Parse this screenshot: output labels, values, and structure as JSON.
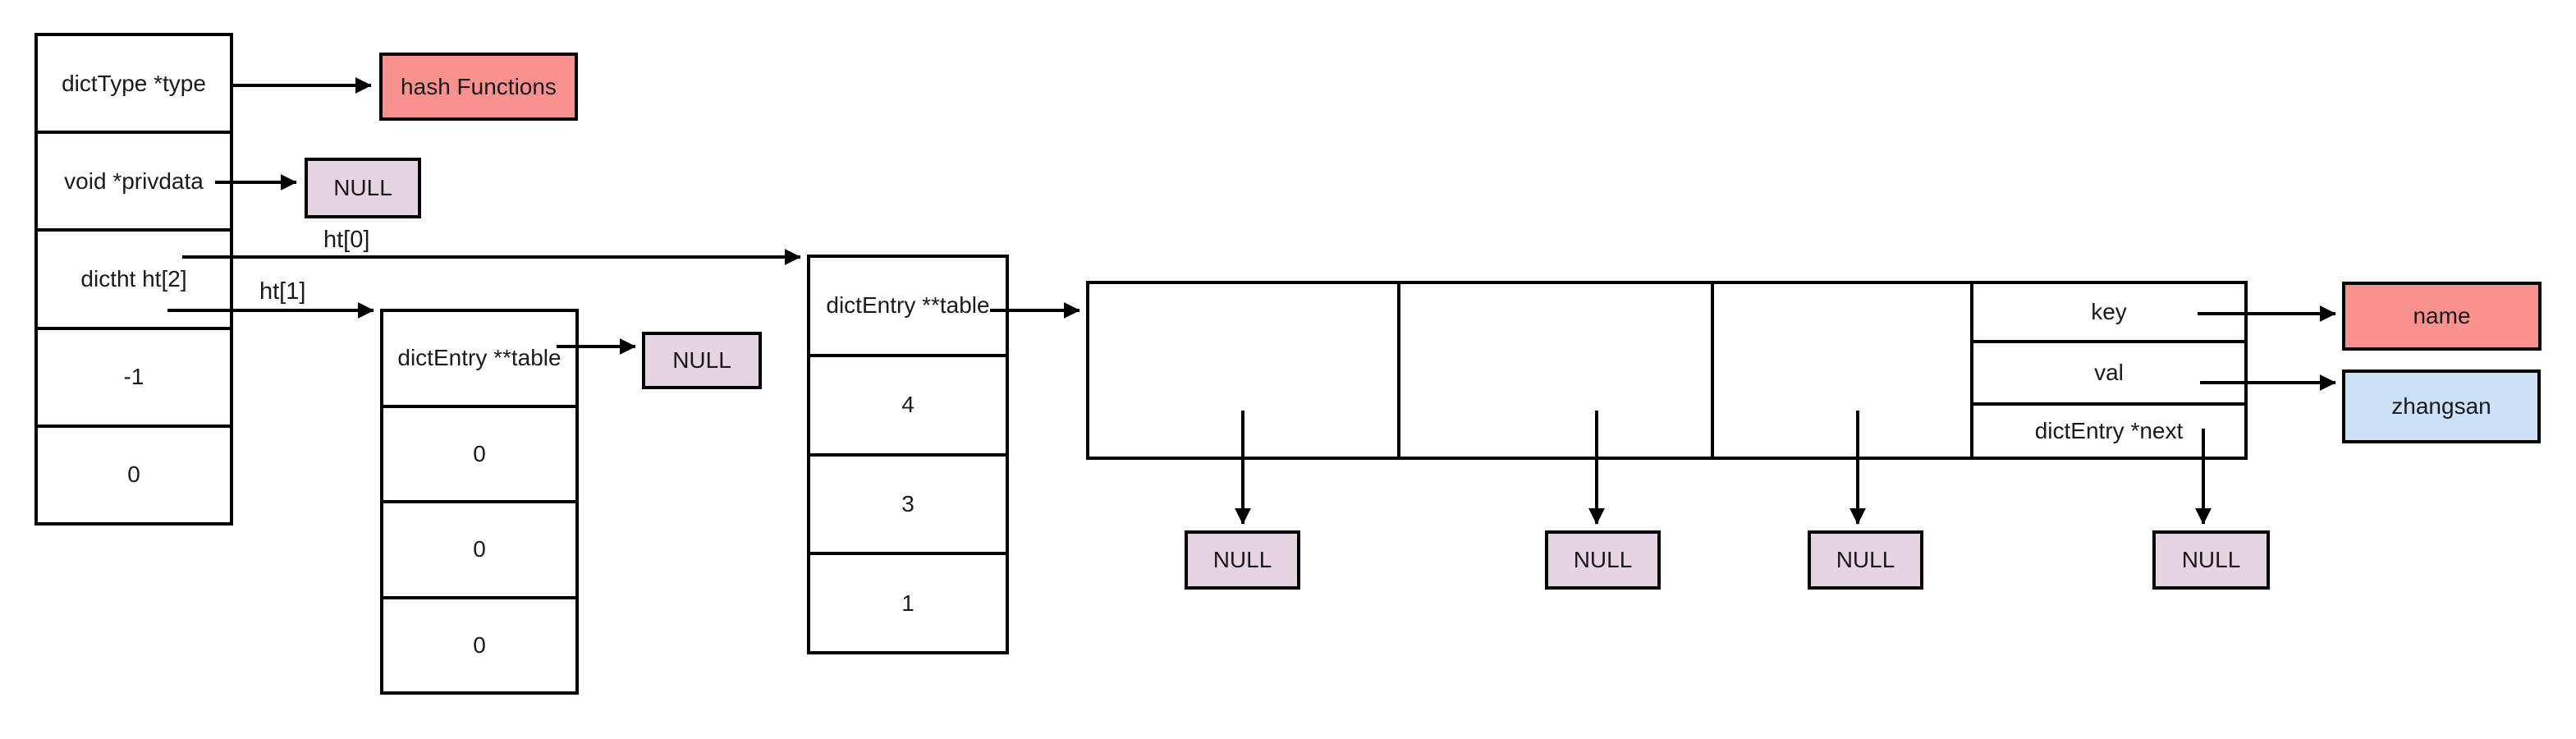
{
  "labels": {
    "ht0": "ht[0]",
    "ht1": "ht[1]"
  },
  "dict_struct": {
    "rows": [
      "dictType *type",
      "void *privdata",
      "dictht ht[2]",
      "-1",
      "0"
    ]
  },
  "ht1_table": {
    "rows": [
      "dictEntry **table",
      "0",
      "0",
      "0"
    ]
  },
  "ht0_table": {
    "rows": [
      "dictEntry **table",
      "4",
      "3",
      "1"
    ]
  },
  "entry": {
    "rows": [
      "key",
      "val",
      "dictEntry *next"
    ]
  },
  "bucket_nulls": [
    "NULL",
    "NULL",
    "NULL",
    "NULL"
  ],
  "boxes": {
    "hash_functions": "hash Functions",
    "privdata_null": "NULL",
    "ht1_null": "NULL",
    "key_value": "name",
    "val_value": "zhangsan"
  },
  "colors": {
    "red": "#F9918F",
    "purple": "#E6D4E2",
    "blue": "#CCE1F8",
    "line": "#000000"
  }
}
